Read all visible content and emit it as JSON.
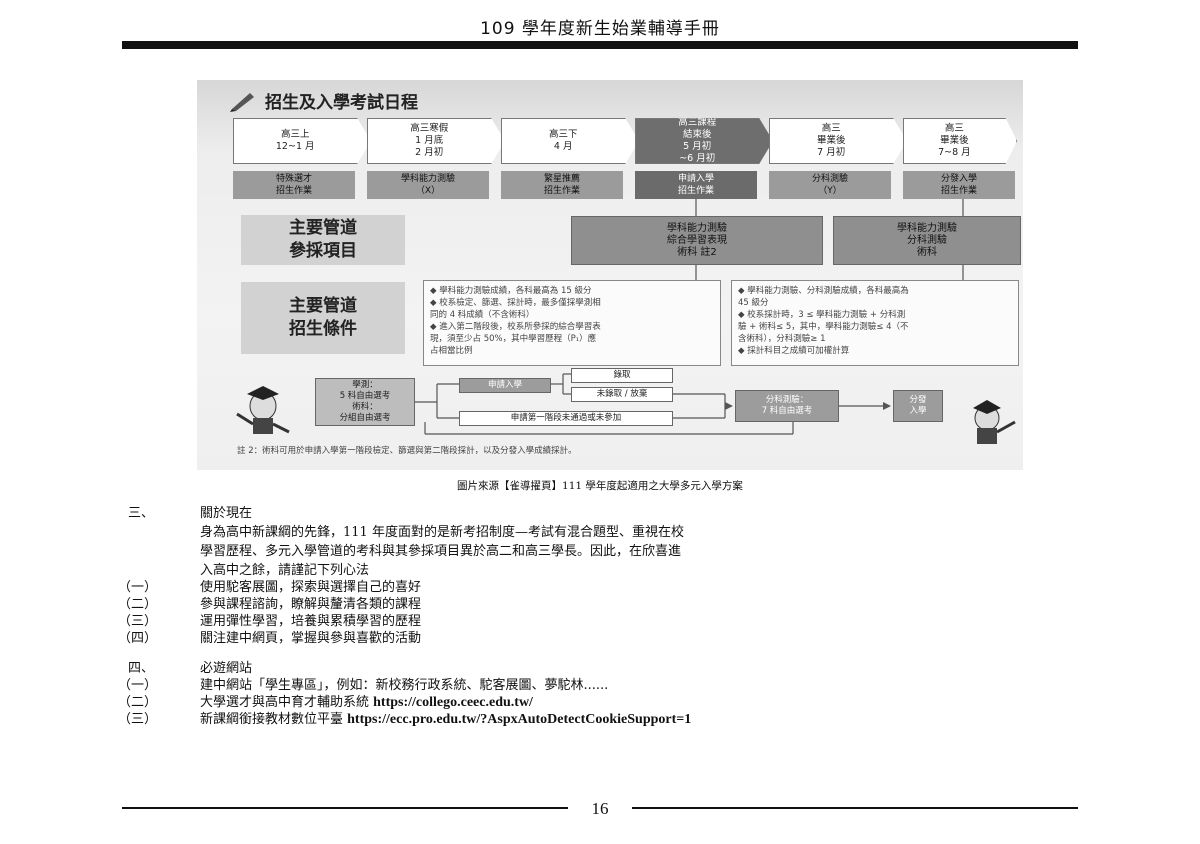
{
  "header": {
    "title": "109 學年度新生始業輔導手冊"
  },
  "figure": {
    "title": "招生及入學考試日程",
    "timeline": [
      {
        "lines": [
          "高三上",
          "12~1 月"
        ]
      },
      {
        "lines": [
          "高三寒假",
          "1 月底",
          "2 月初"
        ]
      },
      {
        "lines": [
          "高三下",
          "4 月"
        ]
      },
      {
        "lines": [
          "高三課程",
          "結束後",
          "5 月初",
          "~6 月初"
        ]
      },
      {
        "lines": [
          "高三",
          "畢業後",
          "7 月初"
        ]
      },
      {
        "lines": [
          "高三",
          "畢業後",
          "7~8 月"
        ]
      }
    ],
    "stages": [
      {
        "lines": [
          "特殊選才",
          "招生作業"
        ]
      },
      {
        "lines": [
          "學科能力測驗",
          "（X）"
        ]
      },
      {
        "lines": [
          "繁星推薦",
          "招生作業"
        ]
      },
      {
        "lines": [
          "申請入學",
          "招生作業"
        ]
      },
      {
        "lines": [
          "分科測驗",
          "（Y）"
        ]
      },
      {
        "lines": [
          "分發入學",
          "招生作業"
        ]
      }
    ],
    "main_items_label": [
      "主要管道",
      "參採項目"
    ],
    "main_items_apply": [
      "學科能力測驗",
      "綜合學習表現",
      "術科 註2"
    ],
    "main_items_dist": [
      "學科能力測驗",
      "分科測驗",
      "術科"
    ],
    "main_cond_label": [
      "主要管道",
      "招生條件"
    ],
    "cond_apply": [
      "◆ 學科能力測驗成績，各科最高為 15 級分",
      "◆ 校系檢定、篩選、採計時，最多僅採學測相",
      "   同的 4 科成績（不含術科）",
      "◆ 進入第二階段後，校系所參採的綜合學習表",
      "   現，須至少占 50%，其中學習歷程（P₁）應",
      "   占相當比例"
    ],
    "cond_dist": [
      "◆ 學科能力測驗、分科測驗成績，各科最高為",
      "   45 級分",
      "◆ 校系採計時，3 ≤ 學科能力測驗 + 分科測",
      "   驗 + 術科≤ 5，其中，學科能力測驗≤ 4（不",
      "   含術科），分科測驗≥ 1",
      "◆ 採計科目之成績可加權計算"
    ],
    "flow": {
      "start": [
        "學測：",
        "5 科自由選考",
        "術科：",
        "分組自由選考"
      ],
      "apply": "申請入學",
      "admit": "錄取",
      "reject": "未錄取 / 放棄",
      "skip": "申請第一階段未通過或未參加",
      "dist_exam": [
        "分科測驗：",
        "7 科自由選考"
      ],
      "dist": [
        "分發",
        "入學"
      ]
    },
    "note": "註 2：術科可用於申請入學第一階段檢定、篩選與第二階段採計，以及分發入學成績採計。"
  },
  "caption": "圖片來源【雀導擢頁】111 學年度起適用之大學多元入學方案",
  "section3": {
    "num": "三、",
    "heading": "關於現在",
    "para": [
      "身為高中新課綱的先鋒，111 年度面對的是新考招制度—考試有混合題型、重視在校",
      "學習歷程、多元入學管道的考科與其參採項目異於高二和高三學長。因此，在欣喜進",
      "入高中之餘，請謹記下列心法"
    ],
    "items": [
      {
        "num": "（一）",
        "text": "使用駝客展圖，探索與選擇自己的喜好"
      },
      {
        "num": "（二）",
        "text": "參與課程諮詢，瞭解與釐清各類的課程"
      },
      {
        "num": "（三）",
        "text": "運用彈性學習，培養與累積學習的歷程"
      },
      {
        "num": "（四）",
        "text": "關注建中網頁，掌握與參與喜歡的活動"
      }
    ]
  },
  "section4": {
    "num": "四、",
    "heading": "必遊網站",
    "items": [
      {
        "num": "（一）",
        "text": "建中網站「學生專區」，例如：新校務行政系統、駝客展圖、夢駝林......",
        "url": ""
      },
      {
        "num": "（二）",
        "text": "大學選才與高中育才輔助系統 ",
        "url": "https://collego.ceec.edu.tw/"
      },
      {
        "num": "（三）",
        "text": "新課綱銜接教材數位平臺 ",
        "url": "https://ecc.pro.edu.tw/?AspxAutoDetectCookieSupport=1"
      }
    ]
  },
  "footer": {
    "page": "16"
  }
}
